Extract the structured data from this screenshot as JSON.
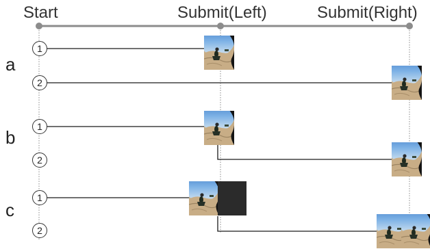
{
  "headers": {
    "start": "Start",
    "submit_left": "Submit(Left)",
    "submit_right": "Submit(Right)"
  },
  "groups": [
    {
      "label": "a",
      "steps": [
        "1",
        "2"
      ]
    },
    {
      "label": "b",
      "steps": [
        "1",
        "2"
      ]
    },
    {
      "label": "c",
      "steps": [
        "1",
        "2"
      ]
    }
  ],
  "colors": {
    "timeline": "#8c8c8c",
    "line": "#1a1a1a",
    "dotted": "#b0b0b0",
    "sky": "#3f7ec4",
    "ground": "#c2a67e",
    "dark_frame": "#2b2b2b"
  }
}
